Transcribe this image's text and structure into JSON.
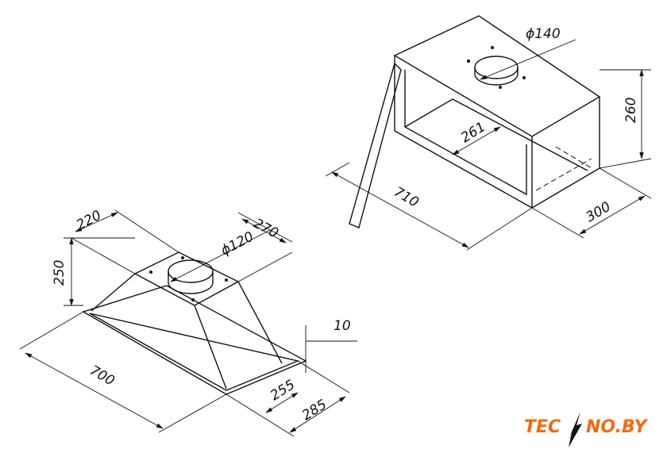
{
  "hood": {
    "dims": {
      "width_top": "220",
      "depth_top": "270",
      "duct": "ϕ120",
      "height": "250",
      "length": "700",
      "flange": "10",
      "inner_depth": "255",
      "outer_depth": "285"
    }
  },
  "cabinet": {
    "dims": {
      "duct": "ϕ140",
      "height": "260",
      "inner_depth": "261",
      "width": "710",
      "depth": "300"
    }
  },
  "logo": {
    "text": "TECNO.BY",
    "color": "#f26a10"
  }
}
